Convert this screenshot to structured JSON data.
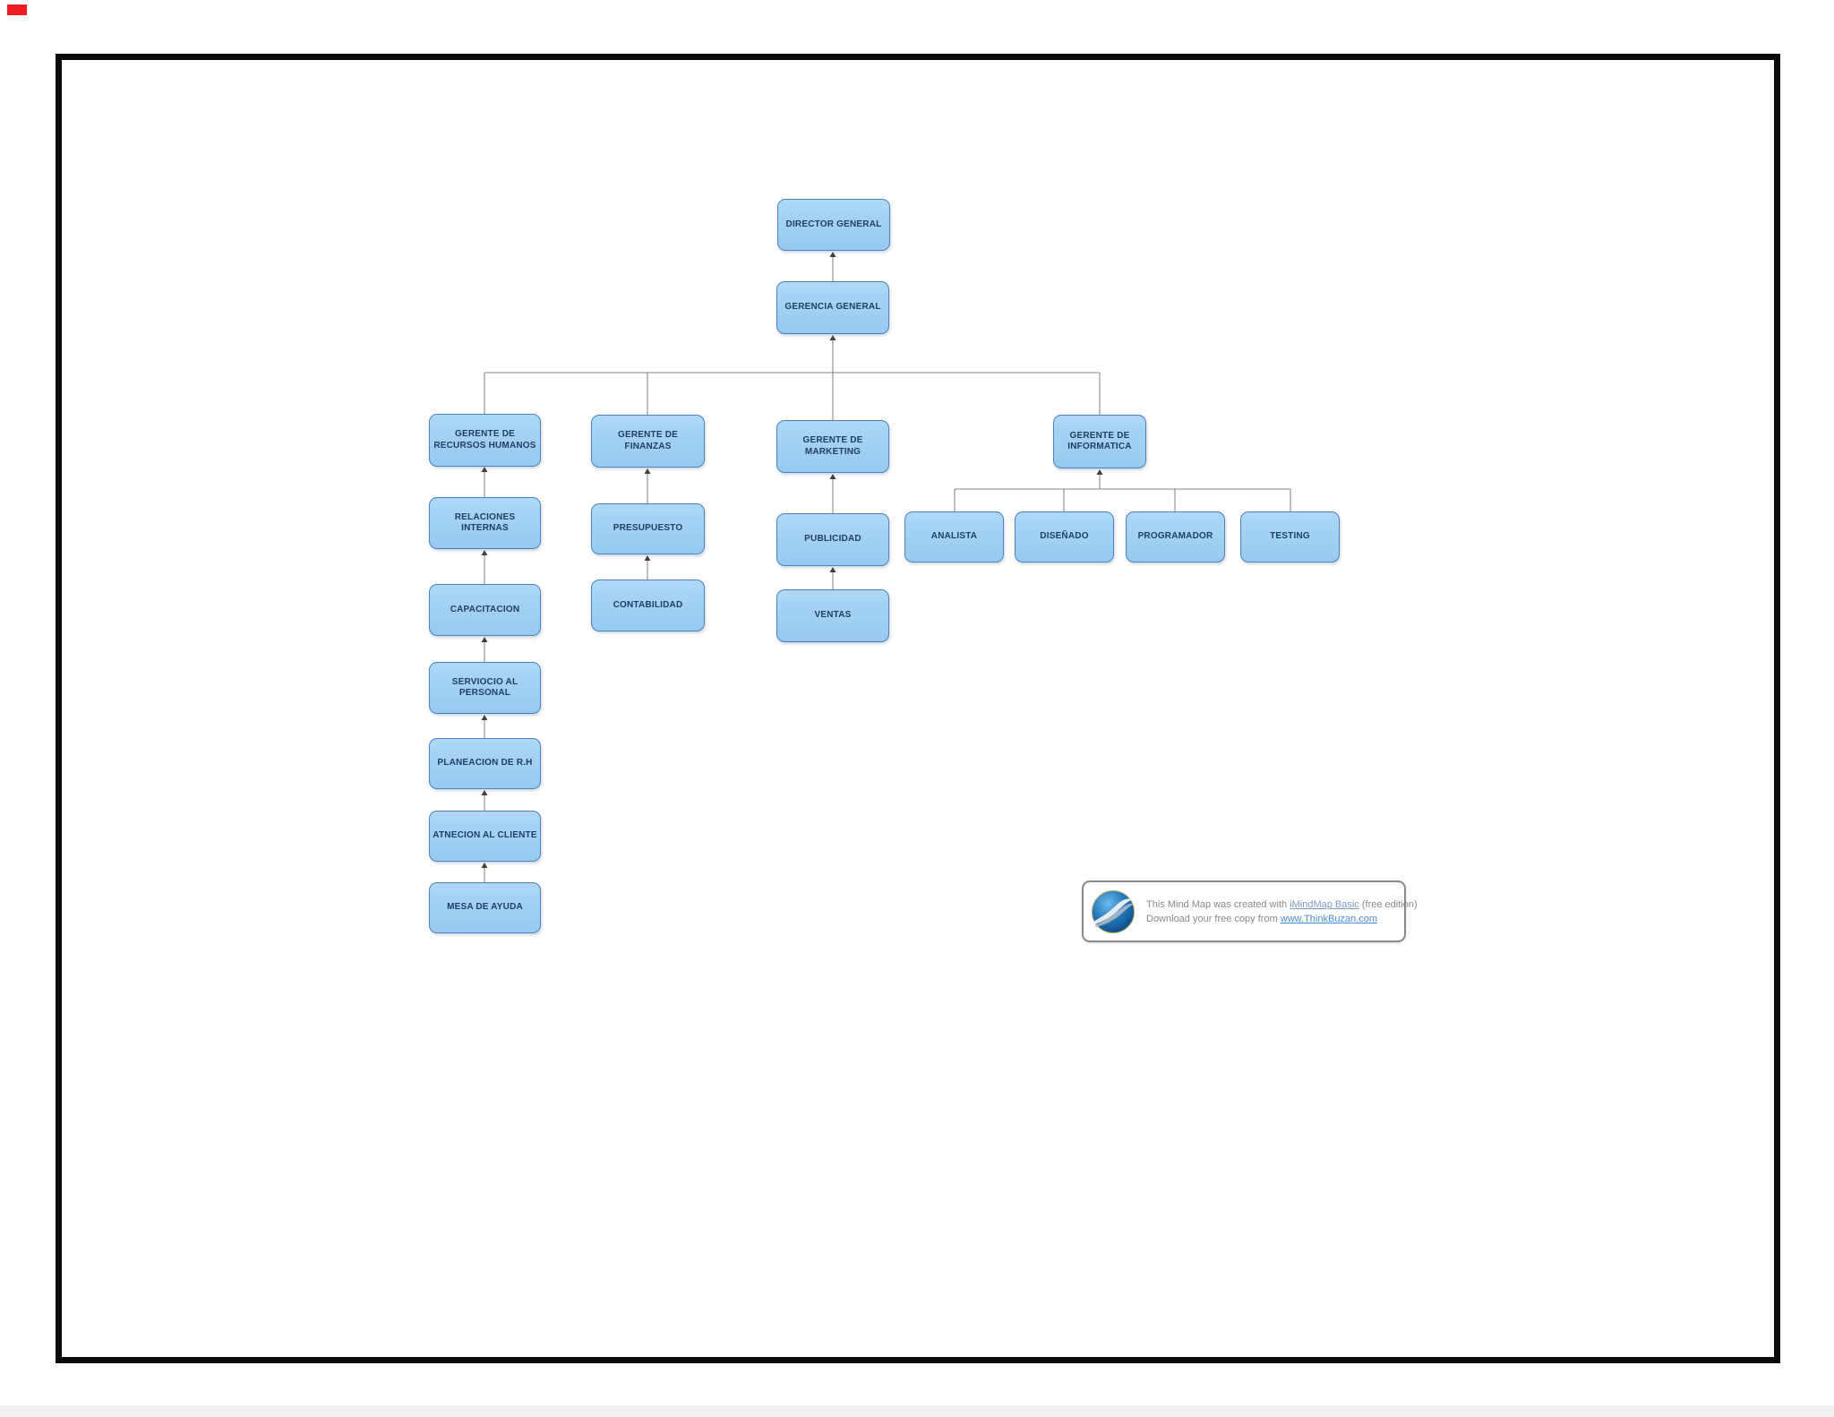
{
  "diagram": {
    "nodes": [
      {
        "id": "director",
        "label": "DIRECTOR GENERAL"
      },
      {
        "id": "gerencia",
        "label": "GERENCIA GENERAL"
      },
      {
        "id": "rh",
        "label": "GERENTE DE RECURSOS HUMANOS"
      },
      {
        "id": "finanzas",
        "label": "GERENTE DE FINANZAS"
      },
      {
        "id": "marketing",
        "label": "GERENTE DE MARKETING"
      },
      {
        "id": "informatica",
        "label": "GERENTE DE INFORMATICA"
      },
      {
        "id": "relaciones",
        "label": "RELACIONES INTERNAS"
      },
      {
        "id": "capacitacion",
        "label": "CAPACITACION"
      },
      {
        "id": "serviocio",
        "label": "SERVIOCIO AL PERSONAL"
      },
      {
        "id": "planeacion",
        "label": "PLANEACION DE R.H"
      },
      {
        "id": "atnecion",
        "label": "ATNECION AL CLIENTE"
      },
      {
        "id": "mesa",
        "label": "MESA DE AYUDA"
      },
      {
        "id": "presupuesto",
        "label": "PRESUPUESTO"
      },
      {
        "id": "contabilidad",
        "label": "CONTABILIDAD"
      },
      {
        "id": "publicidad",
        "label": "PUBLICIDAD"
      },
      {
        "id": "ventas",
        "label": "VENTAS"
      },
      {
        "id": "analista",
        "label": "ANALISTA"
      },
      {
        "id": "disenado",
        "label": "DISEÑADO"
      },
      {
        "id": "programador",
        "label": "PROGRAMADOR"
      },
      {
        "id": "testing",
        "label": "TESTING"
      }
    ],
    "colors": {
      "node_fill": "#a2d1f2",
      "node_border": "#4e81bd",
      "node_text": "#1d3e6b",
      "connector": "#8a8a8a",
      "arrowhead": "#3f3f3f",
      "frame": "#0b0b0b"
    }
  },
  "watermark": {
    "line1_prefix": "This Mind Map was created with ",
    "line1_link": "iMindMap Basic",
    "line1_suffix": " (free edition)",
    "line2_prefix": "Download your free copy from ",
    "line2_link": "www.ThinkBuzan.com"
  }
}
